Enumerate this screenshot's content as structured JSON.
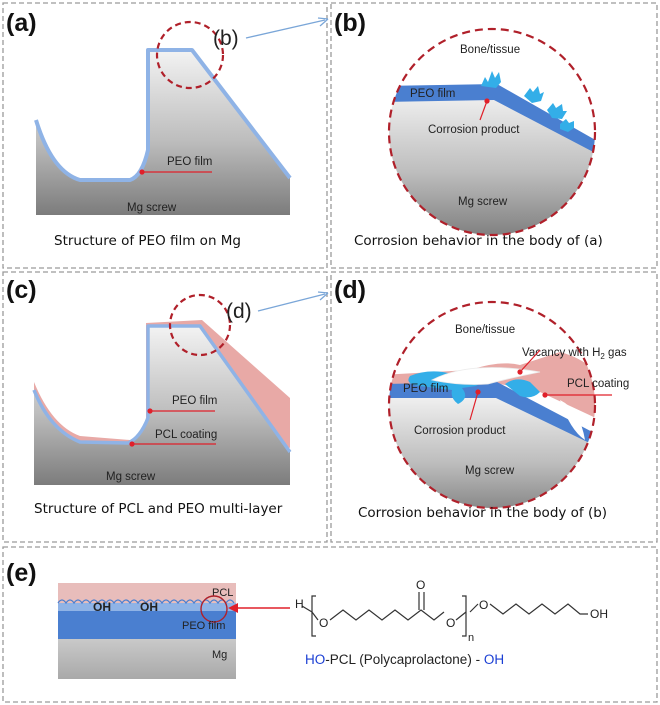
{
  "panels": {
    "a": {
      "letter": "(a)",
      "caption": "Structure of PEO film on Mg",
      "film_label": "PEO film",
      "substrate_label": "Mg screw",
      "callout": "(b)"
    },
    "b": {
      "letter": "(b)",
      "caption": "Corrosion behavior in the body of (a)",
      "tissue_label": "Bone/tissue",
      "film_label": "PEO film",
      "product_label": "Corrosion product",
      "substrate_label": "Mg screw"
    },
    "c": {
      "letter": "(c)",
      "caption": "Structure of PCL and PEO multi-layer",
      "film_label": "PEO film",
      "coating_label": "PCL coating",
      "substrate_label": "Mg screw",
      "callout": "(d)"
    },
    "d": {
      "letter": "(d)",
      "caption": "Corrosion behavior in the body of (b)",
      "tissue_label": "Bone/tissue",
      "vacancy_label_pre": "Vacancy with H",
      "vacancy_sub": "2",
      "vacancy_label_post": " gas",
      "coating_label": "PCL coating",
      "film_label": "PEO film",
      "product_label": "Corrosion product",
      "substrate_label": "Mg screw"
    },
    "e": {
      "letter": "(e)",
      "pcl_label": "PCL",
      "oh1": "OH",
      "oh2": "OH",
      "film_label": "PEO film",
      "mg_label": "Mg",
      "chem_h": "H",
      "chem_o_left": "O",
      "chem_o_carbonyl": "O",
      "chem_o_ester": "O",
      "chem_o_right": "O",
      "chem_n": "n",
      "chem_oh": "OH",
      "formula_ho": "HO",
      "formula_mid": "-PCL (Polycaprolactone) - ",
      "formula_oh": "OH"
    }
  },
  "colors": {
    "film": "#4a7fd0",
    "film_light": "#a9c7ee",
    "pcl": "#e8a9a6",
    "pcl_dark": "#d98d8a",
    "corrosion": "#33aee8",
    "dashed_circle": "#b0202a",
    "leader": "#e0202a",
    "arrow": "#7aa6d8",
    "chem_blue": "#1b3fd4"
  }
}
